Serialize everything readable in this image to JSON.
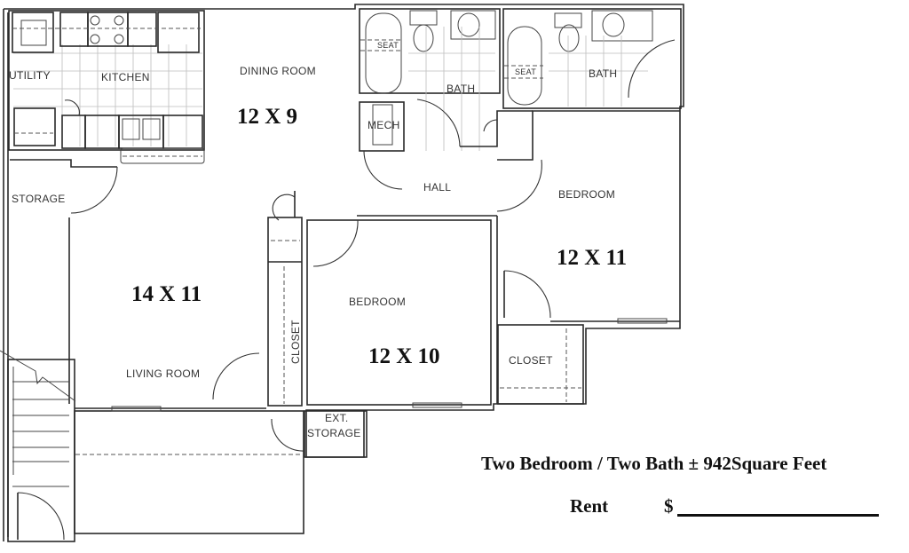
{
  "rooms": {
    "utility": "UTILITY",
    "kitchen": "KITCHEN",
    "dining_room": "DINING ROOM",
    "dining_dim": "12 X 9",
    "storage": "STORAGE",
    "living_room": "LIVING ROOM",
    "living_dim": "14 X 11",
    "bath_1": "BATH",
    "bath_2": "BATH",
    "seat_1": "SEAT",
    "seat_2": "SEAT",
    "mech": "MECH",
    "hall": "HALL",
    "bedroom_1": "BEDROOM",
    "bedroom_1_dim": "12 X 11",
    "bedroom_2": "BEDROOM",
    "bedroom_2_dim": "12 X 10",
    "closet_1": "CLOSET",
    "closet_2": "CLOSET",
    "ext_storage_line1": "EXT.",
    "ext_storage_line2": "STORAGE"
  },
  "summary": {
    "title": "Two Bedroom / Two Bath  ± 942Square Feet",
    "rent_label": "Rent",
    "rent_currency": "$"
  }
}
